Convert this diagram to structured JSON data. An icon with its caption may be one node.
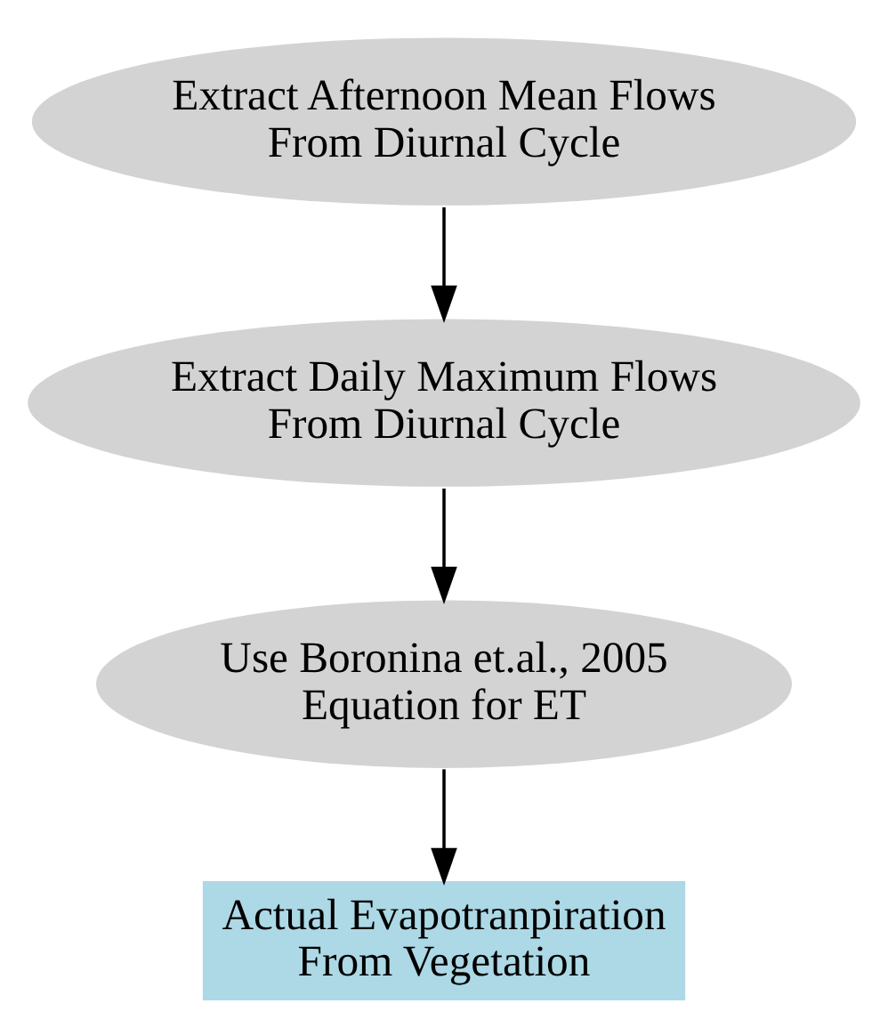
{
  "diagram": {
    "nodes": [
      {
        "text": [
          "Extract Afternoon Mean Flows From Diurnal Cycle"
        ]
      },
      {
        "text": [
          "Extract Daily Maximum Flows From Diurnal Cycle"
        ]
      },
      {
        "text": [
          "Use Boronina et.al., 2005 Equation for ET"
        ]
      },
      {
        "text": [
          "Actual Evapotranpiration From Vegetation"
        ]
      }
    ],
    "edges": [
      {
        "from": 0,
        "to": 1,
        "arrow": "to"
      },
      {
        "from": 1,
        "to": 2,
        "arrow": "to"
      },
      {
        "from": 2,
        "to": 3,
        "arrow": "to"
      }
    ]
  }
}
